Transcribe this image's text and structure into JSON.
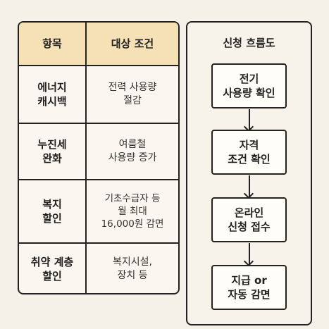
{
  "table": {
    "header": {
      "col1": "항목",
      "col2": "대상 조건"
    },
    "rows": [
      {
        "item": "에너지\n캐시백",
        "condition": "전력 사용량\n절감"
      },
      {
        "item": "누진세\n완화",
        "condition": "여름철\n사용량 증가"
      },
      {
        "item": "복지\n할인",
        "condition": "기초수급자 등\n월 최대\n16,000원 감면"
      },
      {
        "item": "취약 계층\n할인",
        "condition": "복지시설,\n장치 등"
      }
    ]
  },
  "flow": {
    "title": "신청 흐름도",
    "steps": [
      "전기\n사용량 확인",
      "자격\n조건 확인",
      "온라인\n신청 접수",
      "지급 or\n자동 감면"
    ]
  }
}
